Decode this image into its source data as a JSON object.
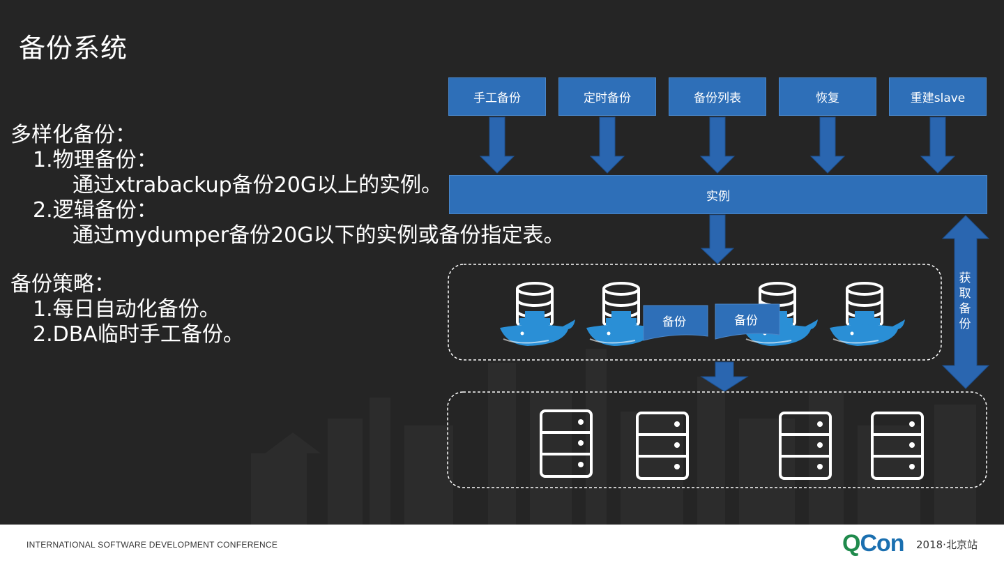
{
  "slide": {
    "title": "备份系统",
    "bullets": {
      "heading1": "多样化备份：",
      "item1": "1.物理备份：",
      "item1_detail": "通过xtrabackup备份20G以上的实例。",
      "item2": "2.逻辑备份：",
      "item2_detail": "通过mydumper备份20G以下的实例或备份指定表。",
      "heading2": "备份策略：",
      "policy1": "1.每日自动化备份。",
      "policy2": "2.DBA临时手工备份。"
    }
  },
  "diagram": {
    "operations": [
      "手工备份",
      "定时备份",
      "备份列表",
      "恢复",
      "重建slave"
    ],
    "instance_label": "实例",
    "backup_doc_labels": [
      "备份",
      "备份"
    ],
    "fetch_label": "获取备份",
    "colors": {
      "box_fill": "#2e6fb8",
      "arrow_fill": "#2a66b0",
      "docker_blue": "#2a8fd6"
    },
    "icons": [
      "docker-db-icon",
      "server-storage-icon"
    ]
  },
  "footer": {
    "conference": "INTERNATIONAL SOFTWARE DEVELOPMENT CONFERENCE",
    "logo_q": "Q",
    "logo_con": "Con",
    "event": "2018·北京站"
  }
}
